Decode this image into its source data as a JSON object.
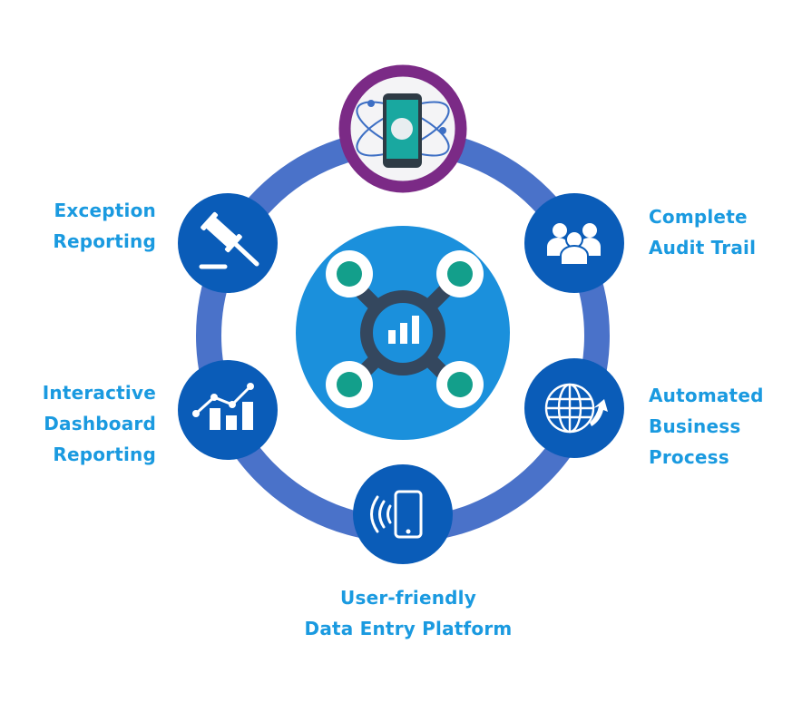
{
  "diagram": {
    "title": "",
    "center": {
      "icon": "network-hub-bar-chart-icon",
      "colors": {
        "circle": "#1b90dc",
        "hub": "#34475e",
        "node_ring": "#ffffff",
        "node_dot": "#139f8b",
        "bars": "#ffffff"
      }
    },
    "top_node": {
      "icon": "smartphone-atom-icon",
      "colors": {
        "border": "#7b2a86",
        "fill": "#ffffff",
        "screen": "#19a8a0",
        "orbit": "#3d6fc4"
      }
    },
    "ring_color": "#4a72c9",
    "node_color": "#0a5cb8",
    "label_color": "#1a9ae0",
    "features": [
      {
        "id": "exception-reporting",
        "icon": "gavel-icon",
        "lines": [
          "Exception",
          "Reporting"
        ]
      },
      {
        "id": "complete-audit-trail",
        "icon": "users-group-icon",
        "lines": [
          "Complete",
          "Audit Trail"
        ]
      },
      {
        "id": "interactive-dashboard-reporting",
        "icon": "chart-trend-icon",
        "lines": [
          "Interactive",
          "Dashboard",
          "Reporting"
        ]
      },
      {
        "id": "automated-business-process",
        "icon": "globe-arrow-icon",
        "lines": [
          "Automated",
          "Business",
          "Process"
        ]
      },
      {
        "id": "user-friendly-data-entry-platform",
        "icon": "mobile-signal-icon",
        "lines": [
          "User-friendly",
          "Data Entry Platform"
        ]
      }
    ]
  }
}
